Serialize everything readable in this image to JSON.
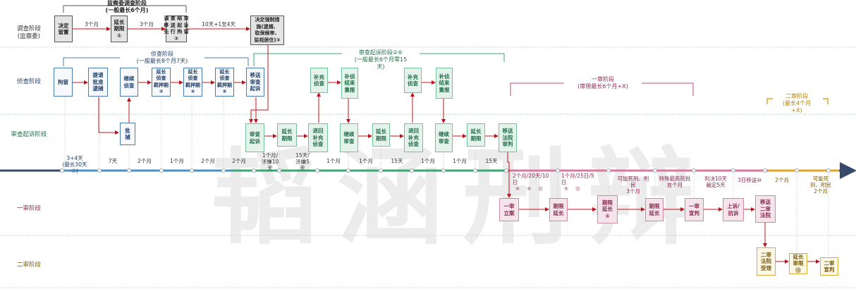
{
  "watermark": "韬涵刑辩",
  "stages": {
    "investigation": "调查阶段\n(监察委)",
    "detection": "侦查阶段",
    "prosecution": "审查起诉阶段",
    "first_instance": "一审阶段",
    "second_instance": "二审阶段"
  },
  "titles": {
    "supervision": "监察委调查阶段\n(一般最长6个月)",
    "detection": "侦查阶段\n(一般最长8个月7天)",
    "prosecution": "审查起诉阶段②⑥\n(一般最长6个月零15\n天)",
    "first_instance": "一审阶段\n(审限最长6个月+X)",
    "second_instance": "二审阶段\n(最长4个月\n+X)"
  },
  "boxes": {
    "decide_detain": "决定\n留置",
    "extend_term": "延长\n期限\n①",
    "transfer": "调 查 结 束\n移 送 起 诉\n先 行 拘 留\n②",
    "coercive": "决定强制措\n施(逮捕、\n取保候审、\n监视居住)②",
    "detain": "拘留",
    "request_arrest": "提请\n批准\n逮捕",
    "continue_detect": "继续\n侦查",
    "ext_custody_1": "延长\n侦查\n羁押期\n③",
    "ext_custody_2": "延长\n侦查\n羁押期\n④",
    "ext_custody_3": "延长\n侦查\n羁押期\n⑤",
    "transfer_review": "移送\n审查\n起诉",
    "approve": "批\n捕",
    "review_prosecute": "审查\n起诉",
    "extend_1": "延长\n期限",
    "return_1": "退回\n补充\n侦查",
    "continue_review_1": "继续\n审查",
    "extend_2": "延长\n期限",
    "return_2": "退回\n补充\n侦查",
    "continue_review_2": "继续\n审查",
    "extend_3": "延长\n期限",
    "transfer_court": "移送\n法院\n审判",
    "supp_detect_1": "补充\n侦查",
    "supp_end_1": "补侦\n结束\n重报",
    "supp_detect_2": "补充\n侦查",
    "supp_end_2": "补侦\n结束\n重报",
    "filing": "一审\n立案",
    "term_ext_1": "期限\n延长",
    "term_ext_2": "期限\n延长\n⑤",
    "term_ext_3": "期限\n延长",
    "judgment_1": "一审\n宣判",
    "appeal": "上诉/\n抗诉",
    "transfer_2nd": "移送\n二审\n法院",
    "accept_2nd": "二审\n法院\n受理",
    "term_ext_2nd": "延长\n审限\n⑫",
    "judgment_2": "二审\n宣判"
  },
  "labels": {
    "sup_1": "3个月",
    "sup_2": "3个月",
    "sup_3": "10天+1至4天"
  },
  "durations": {
    "d1": "3+4天\n(最长30天\n⑦)",
    "d2": "7天",
    "d3": "2个月",
    "d4": "1个月",
    "d5": "2个月",
    "d6": "2个月",
    "d7": "1个月/\n涉嫌10\n天",
    "d8": "15天/\n涉嫌5\n天",
    "d9": "1个月",
    "d10": "1个月",
    "d11": "15天",
    "d12": "1个月",
    "d13": "1个月",
    "d14": "15天"
  },
  "lower_durations": {
    "l1": "2个月/20天/10\n日",
    "l2": "⑨     ⑩     ⑪",
    "l3": "1个月/25日/5\n日",
    "l4": "⑨     ⑪",
    "l5": "可能死刑、附\n民\n3个月",
    "l6": "特殊最高院批\n准个月",
    "l7": "判决10天\n裁定5天",
    "l8": "3日移送⑩",
    "l9": "2个月",
    "l10": "可能死\n刑、附民\n2个月"
  },
  "colors": {
    "gray": "#555555",
    "blue": "#4a7bb0",
    "green": "#3aa874",
    "pink": "#d77a9c",
    "yellow": "#e0a526",
    "dark": "#374a6b",
    "arrow": "#c0141c"
  }
}
